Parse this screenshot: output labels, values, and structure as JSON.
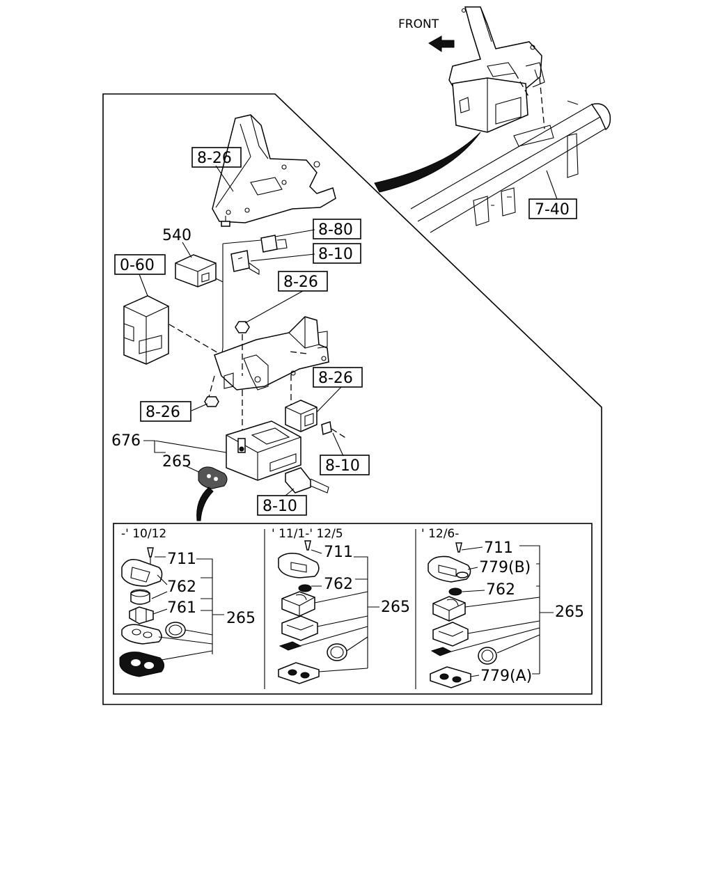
{
  "direction_label": "FRONT",
  "callouts": {
    "c_826_top": "8-26",
    "c_880": "8-80",
    "c_810_a": "8-10",
    "c_060": "0-60",
    "c_826_mid": "8-26",
    "c_826_left": "8-26",
    "c_826_right": "8-26",
    "c_810_b": "8-10",
    "c_810_c": "8-10",
    "c_740": "7-40"
  },
  "part_numbers": {
    "p540": "540",
    "p676": "676",
    "p265": "265"
  },
  "variants": [
    {
      "period": "-' 10/12",
      "labels": [
        "711",
        "762",
        "761",
        "265"
      ]
    },
    {
      "period": "' 11/1-' 12/5",
      "labels": [
        "711",
        "762",
        "265"
      ]
    },
    {
      "period": "' 12/6-",
      "labels": [
        "711",
        "779(B)",
        "762",
        "265",
        "779(A)"
      ]
    }
  ]
}
